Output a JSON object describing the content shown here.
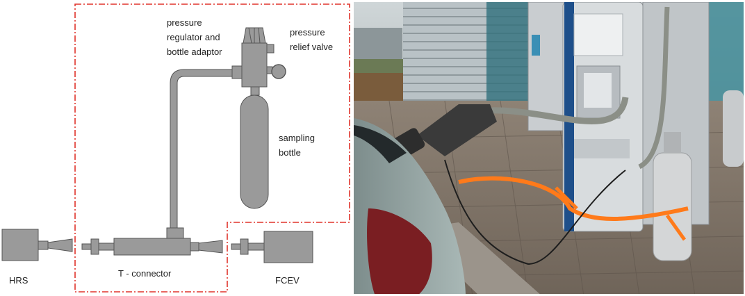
{
  "colors": {
    "part_fill": "#9a9a9a",
    "part_stroke": "#555555",
    "boundary": "#e0332b"
  },
  "labels": {
    "pressure_regulator_line1": "pressure",
    "pressure_regulator_line2": "regulator and",
    "pressure_regulator_line3": "bottle adaptor",
    "relief_valve_line1": "pressure",
    "relief_valve_line2": "relief valve",
    "sampling_bottle_line1": "sampling",
    "sampling_bottle_line2": "bottle",
    "t_connector": "T - connector",
    "hrs": "HRS",
    "fcev": "FCEV"
  }
}
